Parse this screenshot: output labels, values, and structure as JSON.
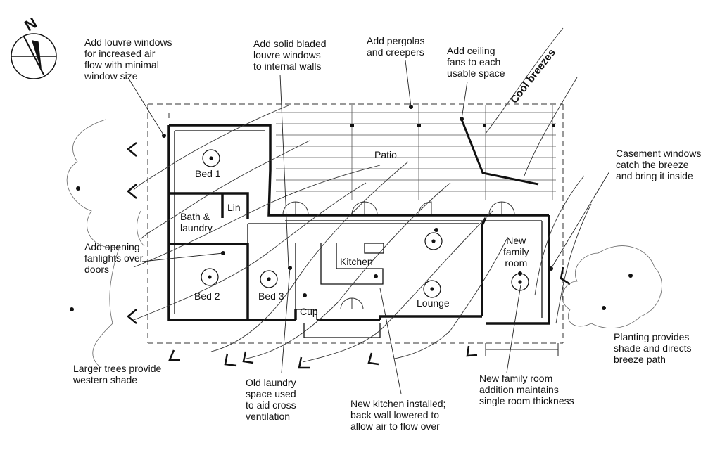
{
  "compass": {
    "label": "N"
  },
  "breeze_label": "Cool breezes",
  "rooms": {
    "bed1": "Bed 1",
    "bath": [
      "Bath &",
      "laundry"
    ],
    "lin": "Lin",
    "bed2": "Bed 2",
    "bed3": "Bed 3",
    "cup": "Cup",
    "kitchen": "Kitchen",
    "lounge": "Lounge",
    "patio": "Patio",
    "family": [
      "New",
      "family",
      "room"
    ]
  },
  "annotations": {
    "louvre_windows": [
      "Add louvre windows",
      "for increased air",
      "flow with minimal",
      "window size"
    ],
    "solid_louvres": [
      "Add solid bladed",
      "louvre windows",
      "to internal walls"
    ],
    "pergolas": [
      "Add pergolas",
      "and creepers"
    ],
    "ceiling_fans": [
      "Add ceiling",
      "fans to each",
      "usable space"
    ],
    "casement": [
      "Casement windows",
      "catch the breeze",
      "and bring it inside"
    ],
    "fanlights": [
      "Add opening",
      "fanlights over",
      "doors"
    ],
    "planting": [
      "Planting provides",
      "shade and directs",
      "breeze path"
    ],
    "trees": [
      "Larger trees provide",
      "western shade"
    ],
    "old_laundry": [
      "Old laundry",
      "space used",
      "to aid cross",
      "ventilation"
    ],
    "new_kitchen": [
      "New kitchen installed;",
      "back wall lowered to",
      "allow air to flow over"
    ],
    "family_addition": [
      "New family room",
      "addition maintains",
      "single room thickness"
    ]
  }
}
